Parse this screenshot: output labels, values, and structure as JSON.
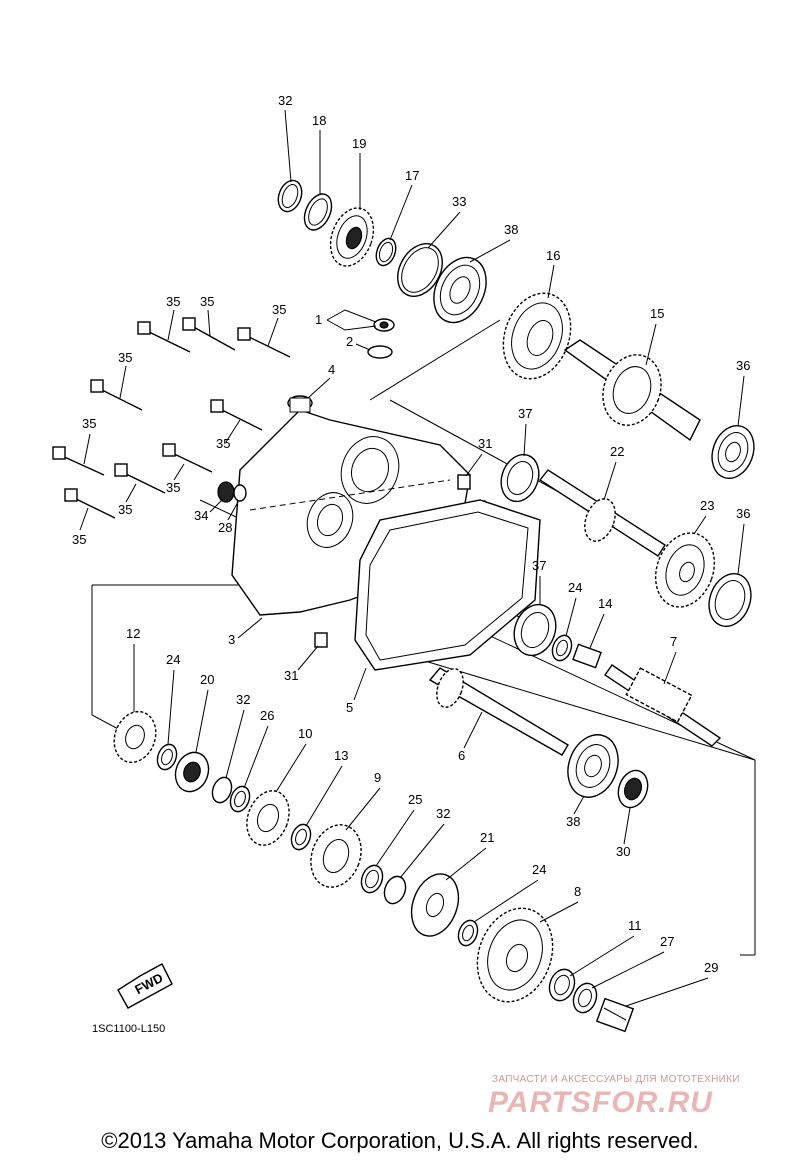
{
  "callouts": [
    {
      "id": "c32a",
      "label": "32"
    },
    {
      "id": "c18",
      "label": "18"
    },
    {
      "id": "c19",
      "label": "19"
    },
    {
      "id": "c17",
      "label": "17"
    },
    {
      "id": "c33",
      "label": "33"
    },
    {
      "id": "c38a",
      "label": "38"
    },
    {
      "id": "c16",
      "label": "16"
    },
    {
      "id": "c15",
      "label": "15"
    },
    {
      "id": "c36a",
      "label": "36"
    },
    {
      "id": "c35a",
      "label": "35"
    },
    {
      "id": "c35b",
      "label": "35"
    },
    {
      "id": "c35c",
      "label": "35"
    },
    {
      "id": "c1",
      "label": "1"
    },
    {
      "id": "c2",
      "label": "2"
    },
    {
      "id": "c35d",
      "label": "35"
    },
    {
      "id": "c4",
      "label": "4"
    },
    {
      "id": "c35e",
      "label": "35"
    },
    {
      "id": "c37a",
      "label": "37"
    },
    {
      "id": "c31a",
      "label": "31"
    },
    {
      "id": "c22",
      "label": "22"
    },
    {
      "id": "c35f",
      "label": "35"
    },
    {
      "id": "c35g",
      "label": "35"
    },
    {
      "id": "c35h",
      "label": "35"
    },
    {
      "id": "c34",
      "label": "34"
    },
    {
      "id": "c28",
      "label": "28"
    },
    {
      "id": "c35i",
      "label": "35"
    },
    {
      "id": "c23",
      "label": "23"
    },
    {
      "id": "c36b",
      "label": "36"
    },
    {
      "id": "c37b",
      "label": "37"
    },
    {
      "id": "c24a",
      "label": "24"
    },
    {
      "id": "c14",
      "label": "14"
    },
    {
      "id": "c3",
      "label": "3"
    },
    {
      "id": "c7",
      "label": "7"
    },
    {
      "id": "c31b",
      "label": "31"
    },
    {
      "id": "c5",
      "label": "5"
    },
    {
      "id": "c12",
      "label": "12"
    },
    {
      "id": "c24b",
      "label": "24"
    },
    {
      "id": "c20",
      "label": "20"
    },
    {
      "id": "c32b",
      "label": "32"
    },
    {
      "id": "c26",
      "label": "26"
    },
    {
      "id": "c10",
      "label": "10"
    },
    {
      "id": "c6",
      "label": "6"
    },
    {
      "id": "c13",
      "label": "13"
    },
    {
      "id": "c9",
      "label": "9"
    },
    {
      "id": "c38b",
      "label": "38"
    },
    {
      "id": "c30",
      "label": "30"
    },
    {
      "id": "c25",
      "label": "25"
    },
    {
      "id": "c32c",
      "label": "32"
    },
    {
      "id": "c21",
      "label": "21"
    },
    {
      "id": "c24c",
      "label": "24"
    },
    {
      "id": "c8",
      "label": "8"
    },
    {
      "id": "c11",
      "label": "11"
    },
    {
      "id": "c27",
      "label": "27"
    },
    {
      "id": "c29",
      "label": "29"
    }
  ],
  "fwd_label": "FWD",
  "diagram_code": "1SC1100-L150",
  "watermark": {
    "top_text": "ЗАПЧАСТИ И АКСЕССУАРЫ ДЛЯ МОТОТЕХНИКИ",
    "brand": "PARTSFOR.RU"
  },
  "copyright": "©2013 Yamaha Motor Corporation, U.S.A. All rights reserved."
}
